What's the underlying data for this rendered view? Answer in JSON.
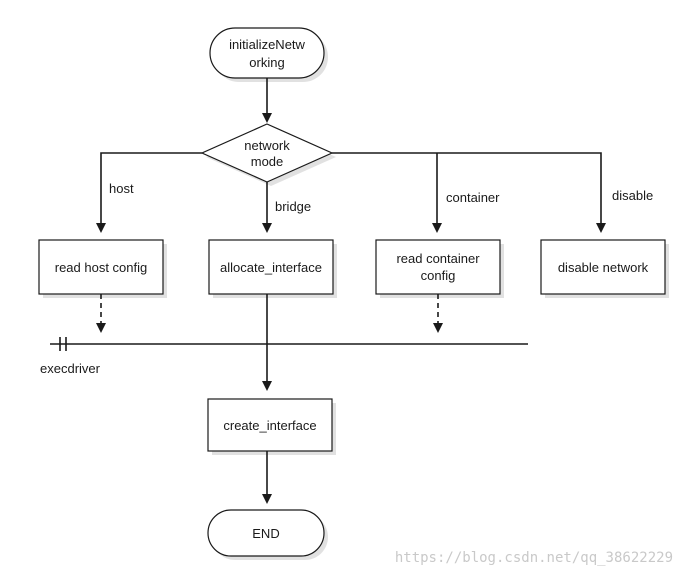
{
  "nodes": {
    "start": {
      "line1": "initializeNetw",
      "line2": "orking"
    },
    "decision": {
      "line1": "network",
      "line2": "mode"
    },
    "read_host": {
      "label": "read host config"
    },
    "allocate": {
      "label": "allocate_interface"
    },
    "read_container": {
      "line1": "read container",
      "line2": "config"
    },
    "disable": {
      "label": "disable network"
    },
    "create": {
      "label": "create_interface"
    },
    "end": {
      "label": "END"
    }
  },
  "edges": {
    "host": "host",
    "bridge": "bridge",
    "container": "container",
    "disable": "disable"
  },
  "execdriver": {
    "label": "execdriver"
  },
  "watermark": "https://blog.csdn.net/qq_38622229",
  "colors": {
    "stroke": "#1a1a1a",
    "fill": "#ffffff",
    "watermark": "#c9c9c9"
  }
}
